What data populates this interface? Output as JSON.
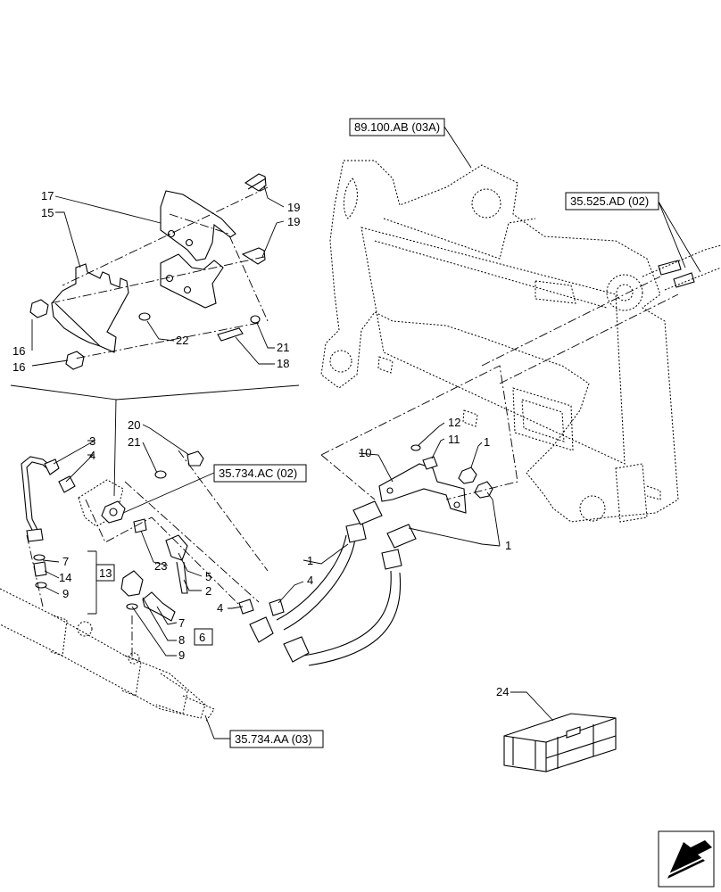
{
  "references": {
    "ref_top": "89.100.AB (03A)",
    "ref_right": "35.525.AD (02)",
    "ref_mid": "35.734.AC (02)",
    "ref_bottom": "35.734.AA (03)"
  },
  "callouts": {
    "c17": "17",
    "c15": "15",
    "c19a": "19",
    "c19b": "19",
    "c22": "22",
    "c21a": "21",
    "c18": "18",
    "c16a": "16",
    "c16b": "16",
    "c20": "20",
    "c21b": "21",
    "c3": "3",
    "c4a": "4",
    "c12": "12",
    "c11": "11",
    "c1a": "1",
    "c10": "10",
    "c7a": "7",
    "c14": "14",
    "c9a": "9",
    "c13": "13",
    "c23": "23",
    "c5": "5",
    "c2": "2",
    "c1b": "1",
    "c4b": "4",
    "c4c": "4",
    "c7b": "7",
    "c8": "8",
    "c9b": "9",
    "c6": "6",
    "c1c": "1",
    "c24": "24"
  },
  "icons": {
    "nav": "arrow-left-icon"
  }
}
